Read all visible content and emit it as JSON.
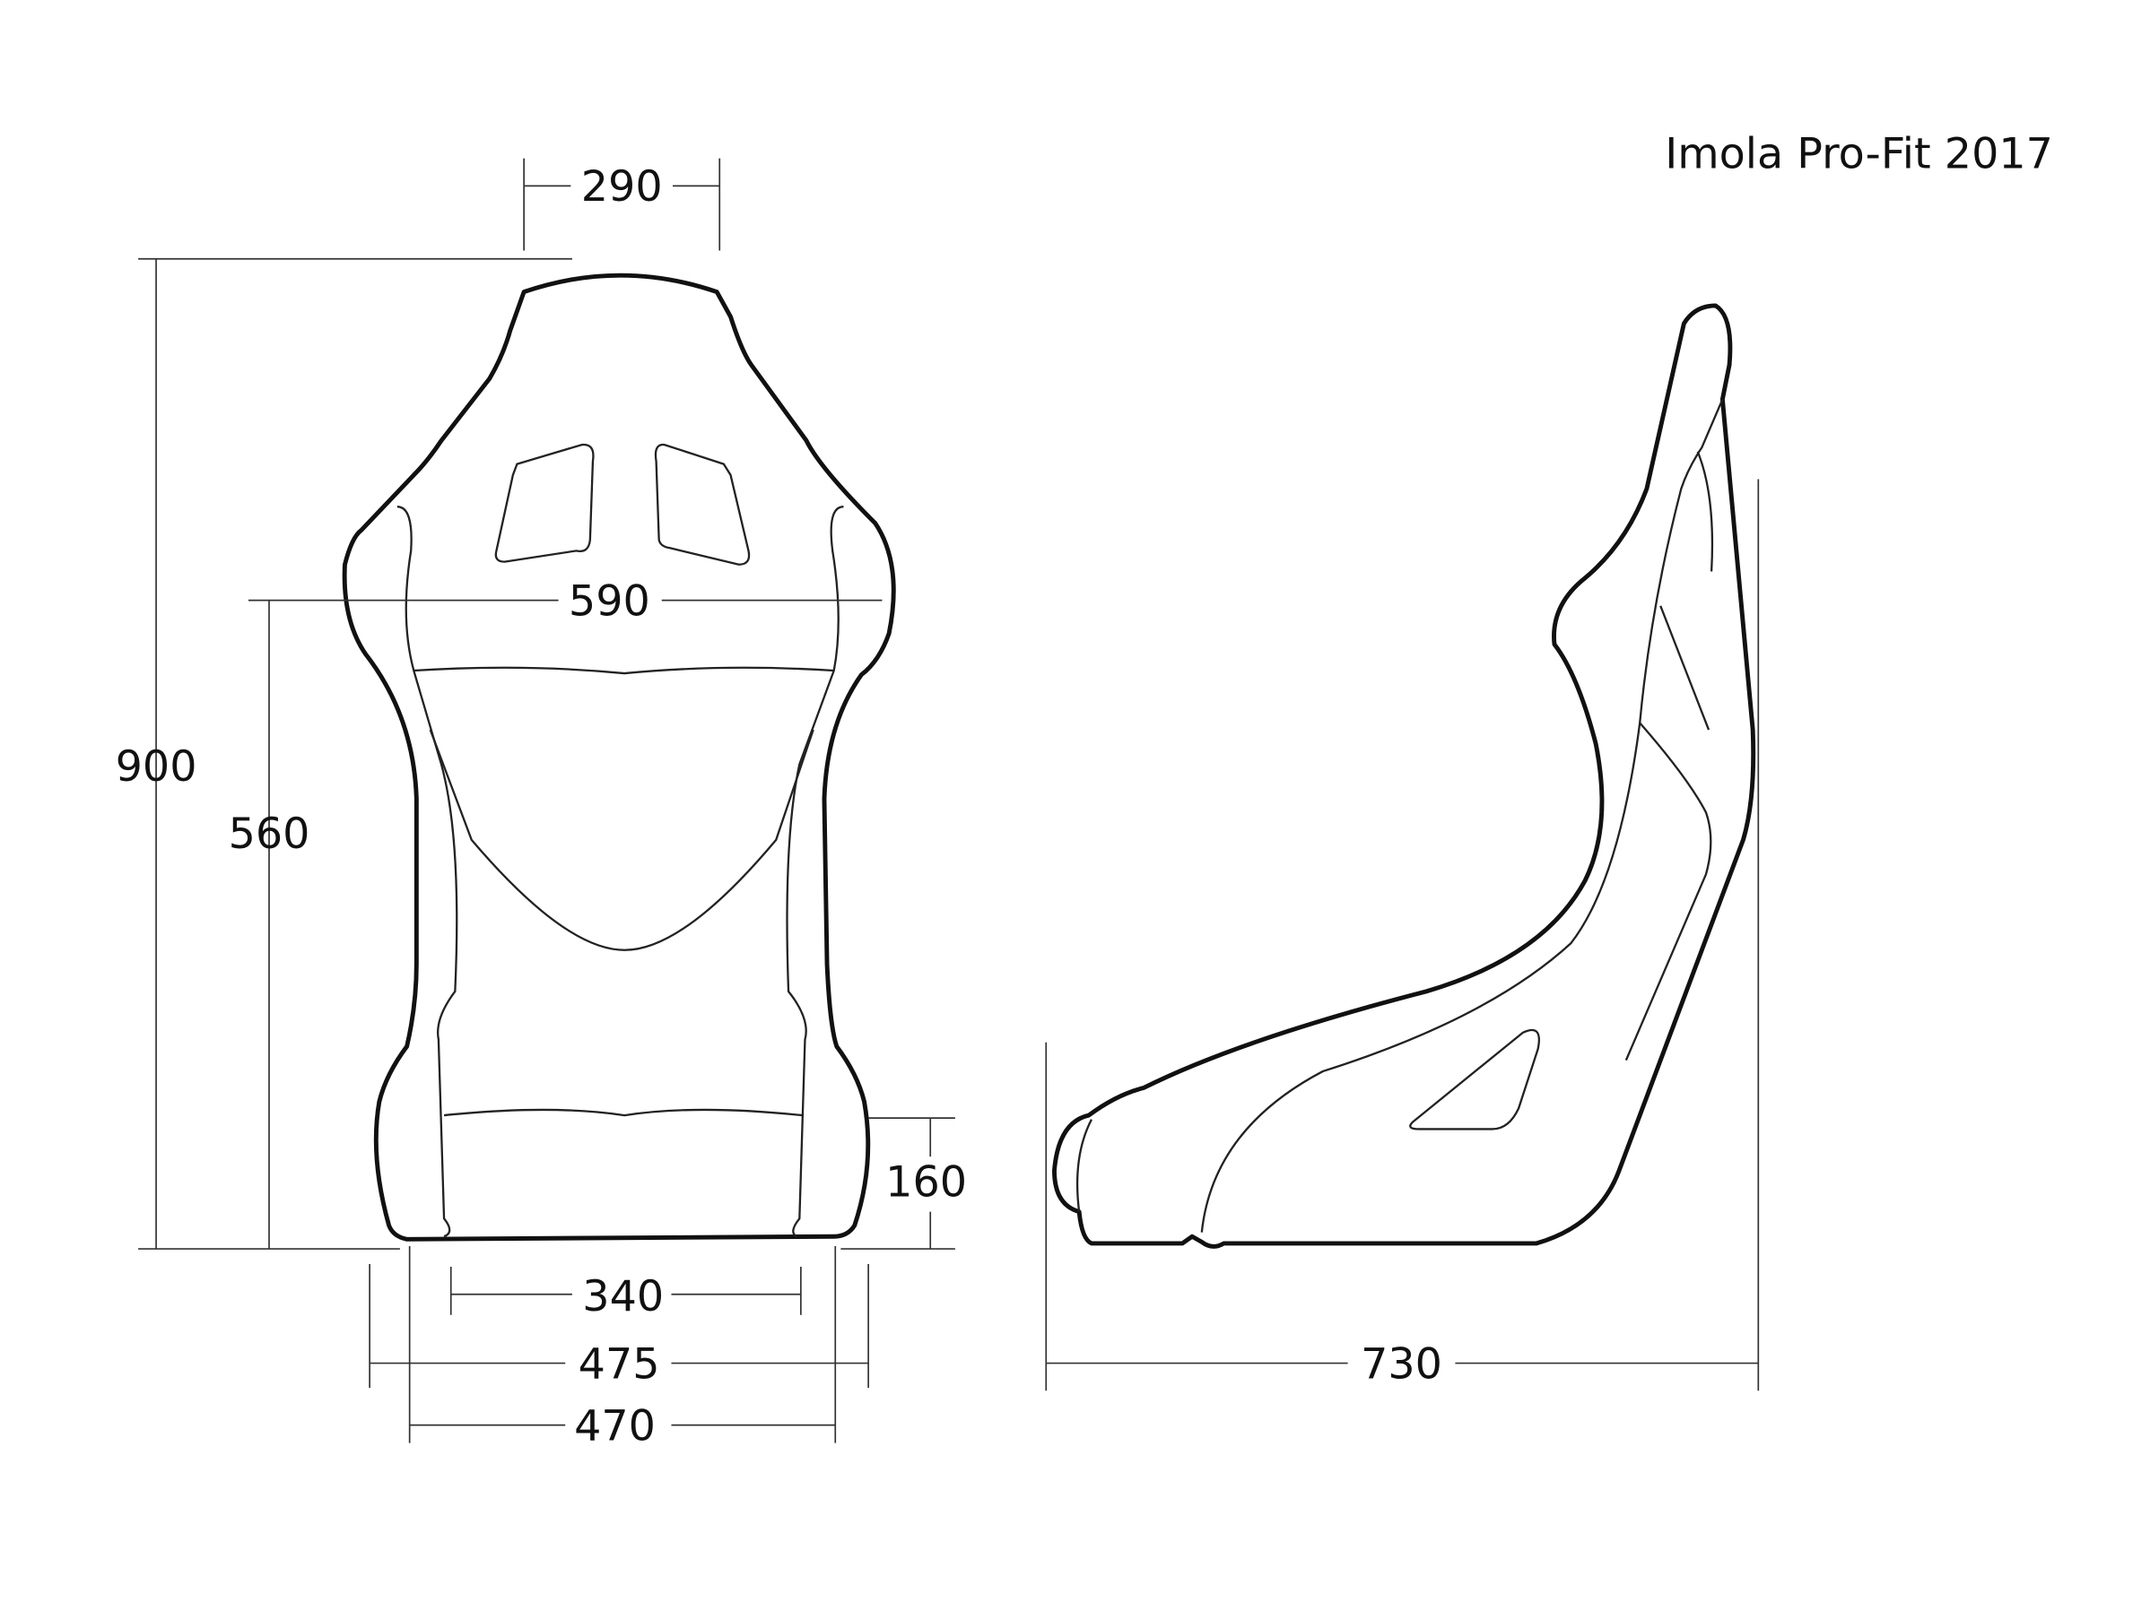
{
  "title": "Imola Pro-Fit 2017",
  "dimensions": {
    "headrest_width": "290",
    "shoulder_width": "590",
    "total_height": "900",
    "shoulder_height": "560",
    "side_bolster_height": "160",
    "seat_width_inner": "340",
    "seat_width_outer": "475",
    "base_width": "470",
    "depth": "730"
  },
  "colors": {
    "line": "#111111",
    "background": "#ffffff"
  }
}
